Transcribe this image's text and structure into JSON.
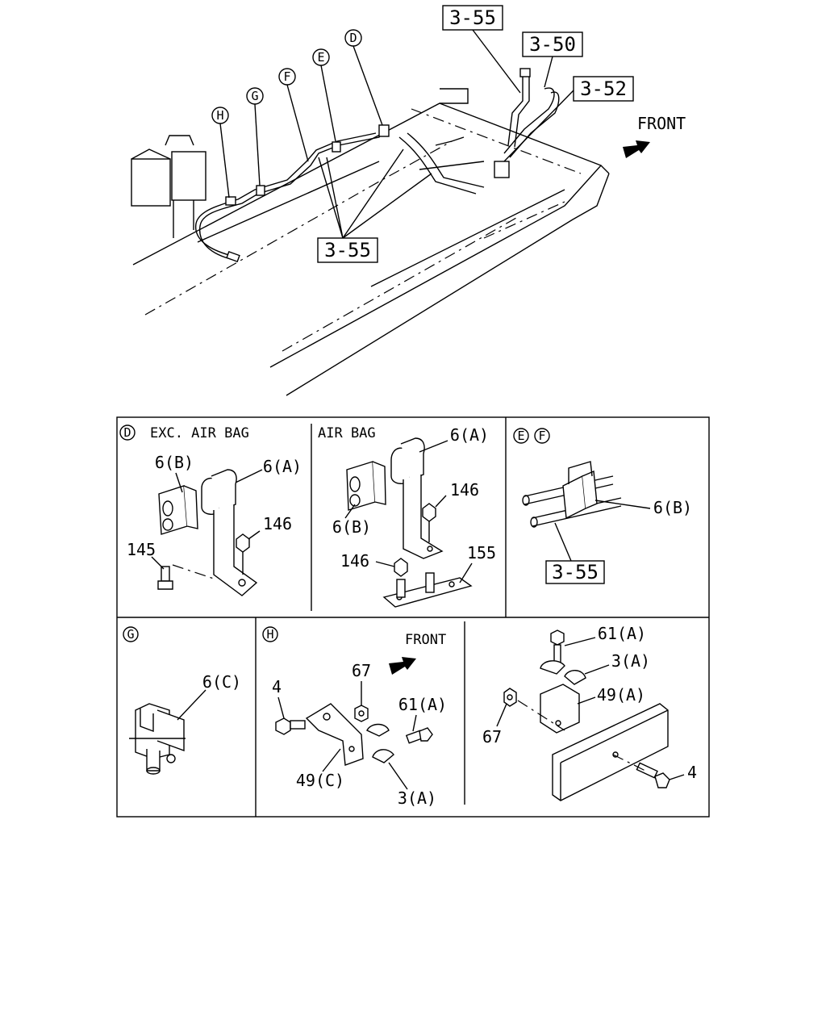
{
  "main_view": {
    "refs": {
      "ref_3_55_top": "3-55",
      "ref_3_50": "3-50",
      "ref_3_52": "3-52",
      "ref_3_55_bottom": "3-55"
    },
    "detail_markers": [
      "H",
      "G",
      "F",
      "E",
      "D"
    ],
    "front_label": "FRONT"
  },
  "panels": {
    "d_exc": {
      "marker": "D",
      "title": "EXC. AIR BAG",
      "parts": [
        "6(B)",
        "6(A)",
        "146",
        "145"
      ]
    },
    "d_airbag": {
      "title": "AIR BAG",
      "parts": [
        "6(A)",
        "146",
        "6(B)",
        "146",
        "155"
      ]
    },
    "ef": {
      "markers": [
        "E",
        "F"
      ],
      "parts": [
        "6(B)"
      ],
      "ref": "3-55"
    },
    "g": {
      "marker": "G",
      "parts": [
        "6(C)"
      ]
    },
    "h": {
      "marker": "H",
      "front_label": "FRONT",
      "parts_left": [
        "4",
        "67",
        "61(A)",
        "49(C)",
        "3(A)"
      ],
      "parts_right": [
        "61(A)",
        "3(A)",
        "49(A)",
        "67",
        "4"
      ]
    }
  },
  "colors": {
    "line": "#000000",
    "background": "#ffffff"
  }
}
